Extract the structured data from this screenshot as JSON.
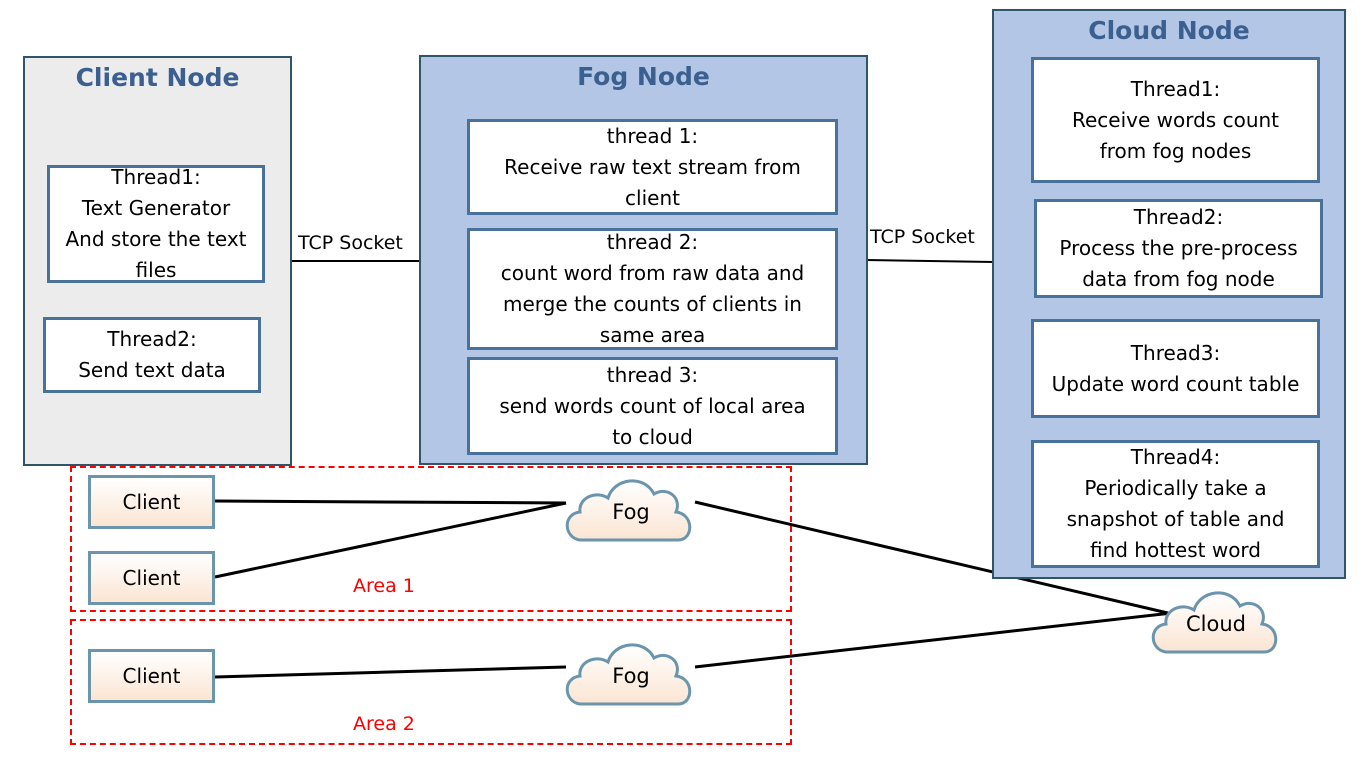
{
  "client_node": {
    "title": "Client Node",
    "threads": [
      {
        "lines": [
          "Thread1:",
          "Text Generator",
          "And store the text",
          "files"
        ]
      },
      {
        "lines": [
          "Thread2:",
          "Send text data"
        ]
      }
    ]
  },
  "fog_node": {
    "title": "Fog Node",
    "threads": [
      {
        "lines": [
          "thread 1:",
          "Receive raw text stream from",
          "client"
        ]
      },
      {
        "lines": [
          "thread 2:",
          "count word from raw data and",
          "merge the counts of clients in",
          "same area"
        ]
      },
      {
        "lines": [
          "thread 3:",
          "send words count of local area",
          "to cloud"
        ]
      }
    ]
  },
  "cloud_node": {
    "title": "Cloud Node",
    "threads": [
      {
        "lines": [
          "Thread1:",
          "Receive words count",
          "from fog nodes"
        ]
      },
      {
        "lines": [
          "Thread2:",
          "Process the pre-process",
          "data from fog node"
        ]
      },
      {
        "lines": [
          "Thread3:",
          "Update word count table"
        ]
      },
      {
        "lines": [
          "Thread4:",
          "Periodically take a",
          "snapshot of table and",
          "find hottest word"
        ]
      }
    ]
  },
  "connections": {
    "client_fog_label": "TCP Socket",
    "fog_cloud_label": "TCP Socket"
  },
  "topology": {
    "areas": [
      {
        "label": "Area 1",
        "clients": [
          "Client",
          "Client"
        ],
        "fog": "Fog"
      },
      {
        "label": "Area 2",
        "clients": [
          "Client"
        ],
        "fog": "Fog"
      }
    ],
    "cloud": "Cloud"
  },
  "colors": {
    "node_title": "#3b5f8f",
    "node_border": "#2e5668",
    "client_node_bg": "#ececec",
    "fog_cloud_node_bg": "#b3c6e5",
    "thread_border": "#48729b",
    "area_border": "#ff0000",
    "topology_shape_border": "#6b95ac",
    "topology_shape_fill": "#fbe5d3"
  }
}
